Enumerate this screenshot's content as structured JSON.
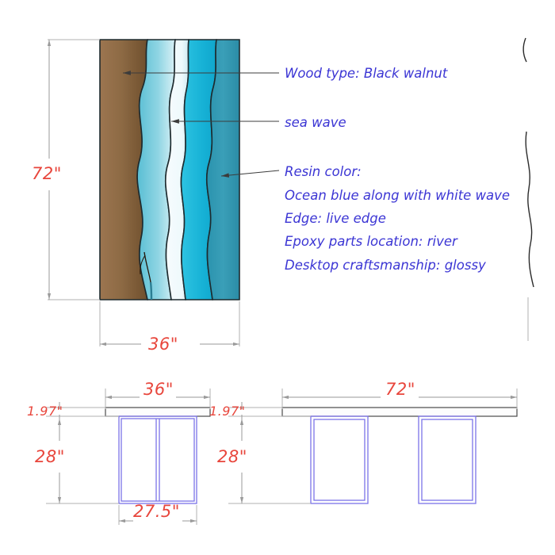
{
  "drawing": {
    "title": "Epoxy river table specification drawing",
    "views": {
      "top_view": {
        "name": "tabletop-plan-view",
        "length_label": "72\"",
        "width_label": "36\"",
        "materials": [
          {
            "name": "black-walnut-wood",
            "color": "#8d6a44"
          },
          {
            "name": "light-blue-resin",
            "color": "#6cc5d9"
          },
          {
            "name": "white-wave-resin",
            "color": "#f2fbfd"
          },
          {
            "name": "bright-cyan-resin",
            "color": "#1fb6d8"
          },
          {
            "name": "deep-teal-resin",
            "color": "#3296b0"
          }
        ]
      },
      "front_view": {
        "name": "front-elevation-view",
        "width_label": "36\"",
        "top_thickness_label": "1.97\"",
        "leg_height_label": "28\"",
        "leg_width_label": "27.5\""
      },
      "side_view": {
        "name": "side-elevation-view",
        "length_label": "72\"",
        "top_thickness_label": "1.97\"",
        "leg_height_label": "28\""
      }
    },
    "annotations": [
      {
        "id": "wood-type",
        "text": "Wood type: Black walnut"
      },
      {
        "id": "sea-wave",
        "text": "sea wave"
      },
      {
        "id": "resin-color",
        "text": "Resin color:"
      },
      {
        "id": "resin-color-detail",
        "text": "Ocean blue along with white wave"
      },
      {
        "id": "edge",
        "text": "Edge: live edge"
      },
      {
        "id": "epoxy-location",
        "text": "Epoxy parts location: river"
      },
      {
        "id": "craftsmanship",
        "text": "Desktop craftsmanship: glossy"
      }
    ],
    "colors": {
      "dimension_text": "#e8463c",
      "annotation_text": "#3b35d4",
      "leg_line": "#7b73e8",
      "dimension_line": "#9a9a9a",
      "outline": "#1d2a2e"
    }
  }
}
